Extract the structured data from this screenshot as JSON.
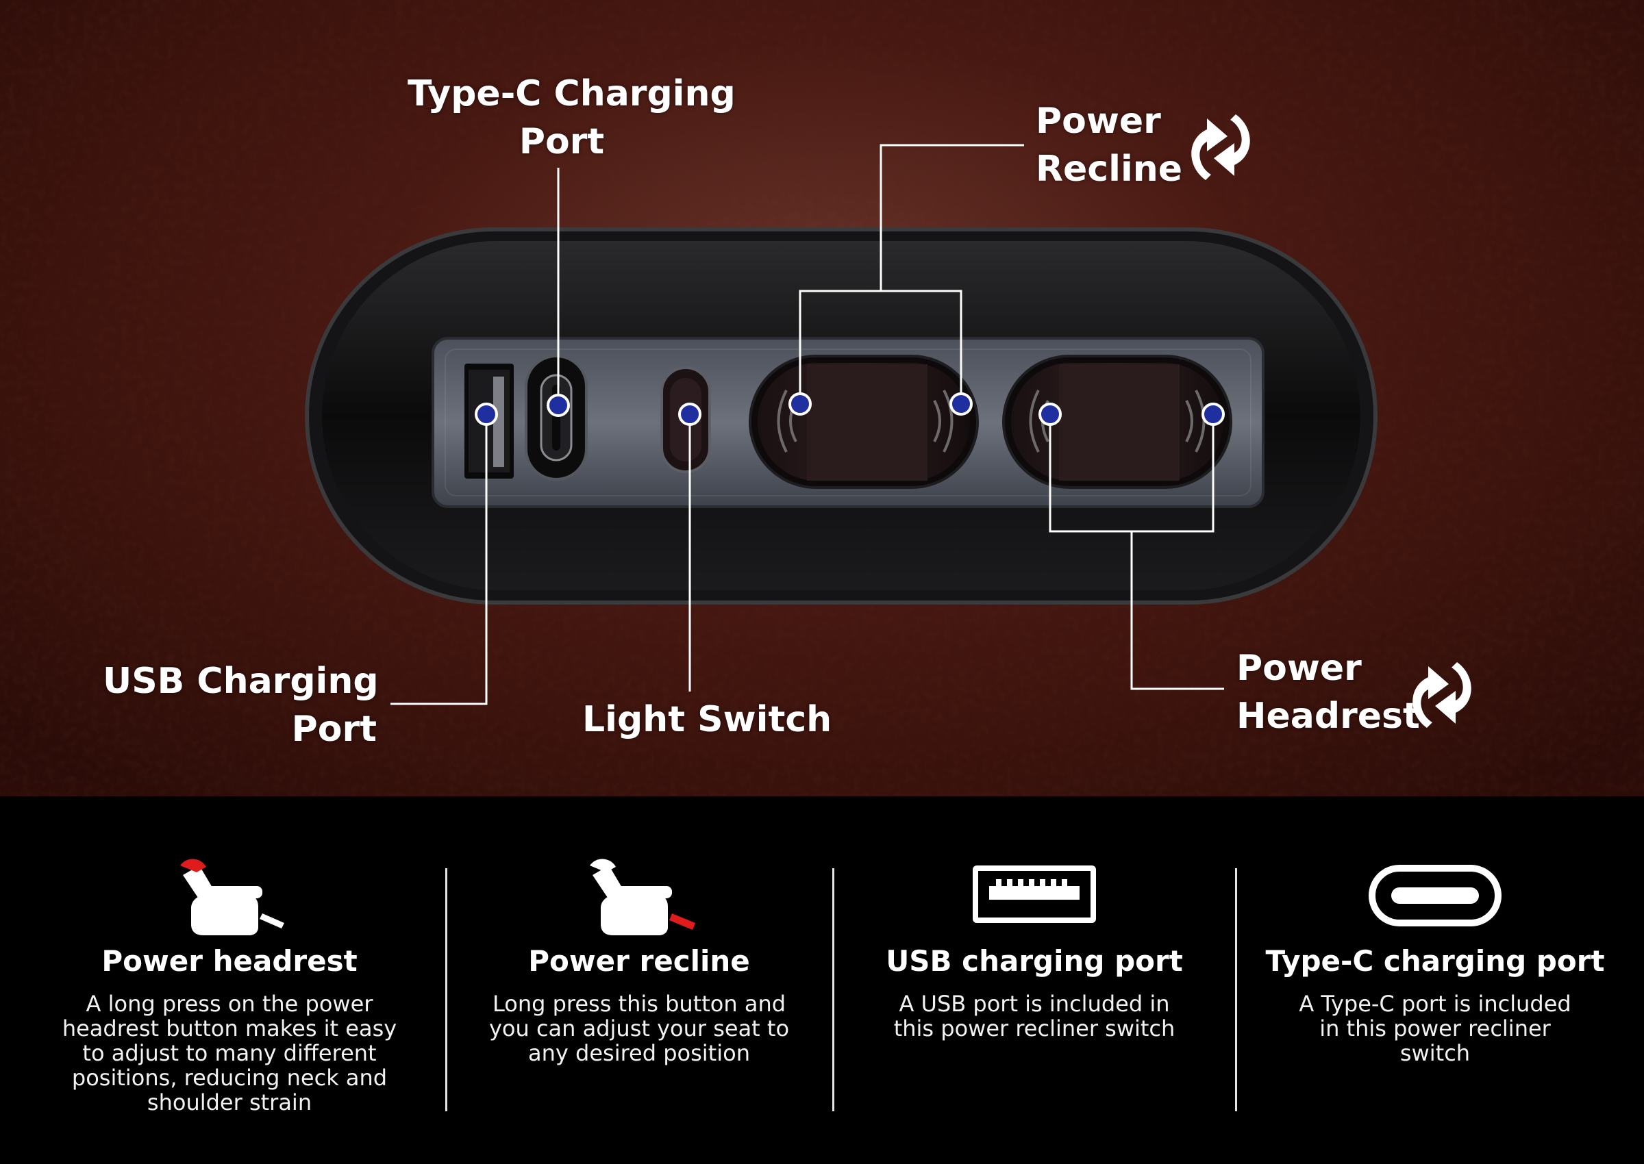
{
  "callouts": {
    "type_c": {
      "line1": "Type-C Charging",
      "line2": "Port"
    },
    "recline": {
      "line1": "Power",
      "line2": "Recline"
    },
    "usb": {
      "line1": "USB Charging",
      "line2": "Port"
    },
    "light": {
      "line1": "Light Switch"
    },
    "headrest": {
      "line1": "Power",
      "line2": "Headrest"
    }
  },
  "features": [
    {
      "icon": "headrest-recliner-icon",
      "title": "Power headrest",
      "desc": "A long press on the power headrest button makes it easy to adjust to many different positions, reducing neck and shoulder strain"
    },
    {
      "icon": "recline-recliner-icon",
      "title": "Power recline",
      "desc": "Long press this button and you can adjust your seat to any desired position"
    },
    {
      "icon": "usb-port-icon",
      "title": "USB charging port",
      "desc": "A USB port is included in this power recliner switch"
    },
    {
      "icon": "type-c-port-icon",
      "title": "Type-C charging port",
      "desc": "A Type-C port is included in this power recliner switch"
    }
  ],
  "colors": {
    "leather": "#4a1a12",
    "marker_dot": "#1f2fa0",
    "accent_red": "#e01b1b",
    "panel_body": "#0c0c0e",
    "panel_inset": "#6a6e7a"
  }
}
